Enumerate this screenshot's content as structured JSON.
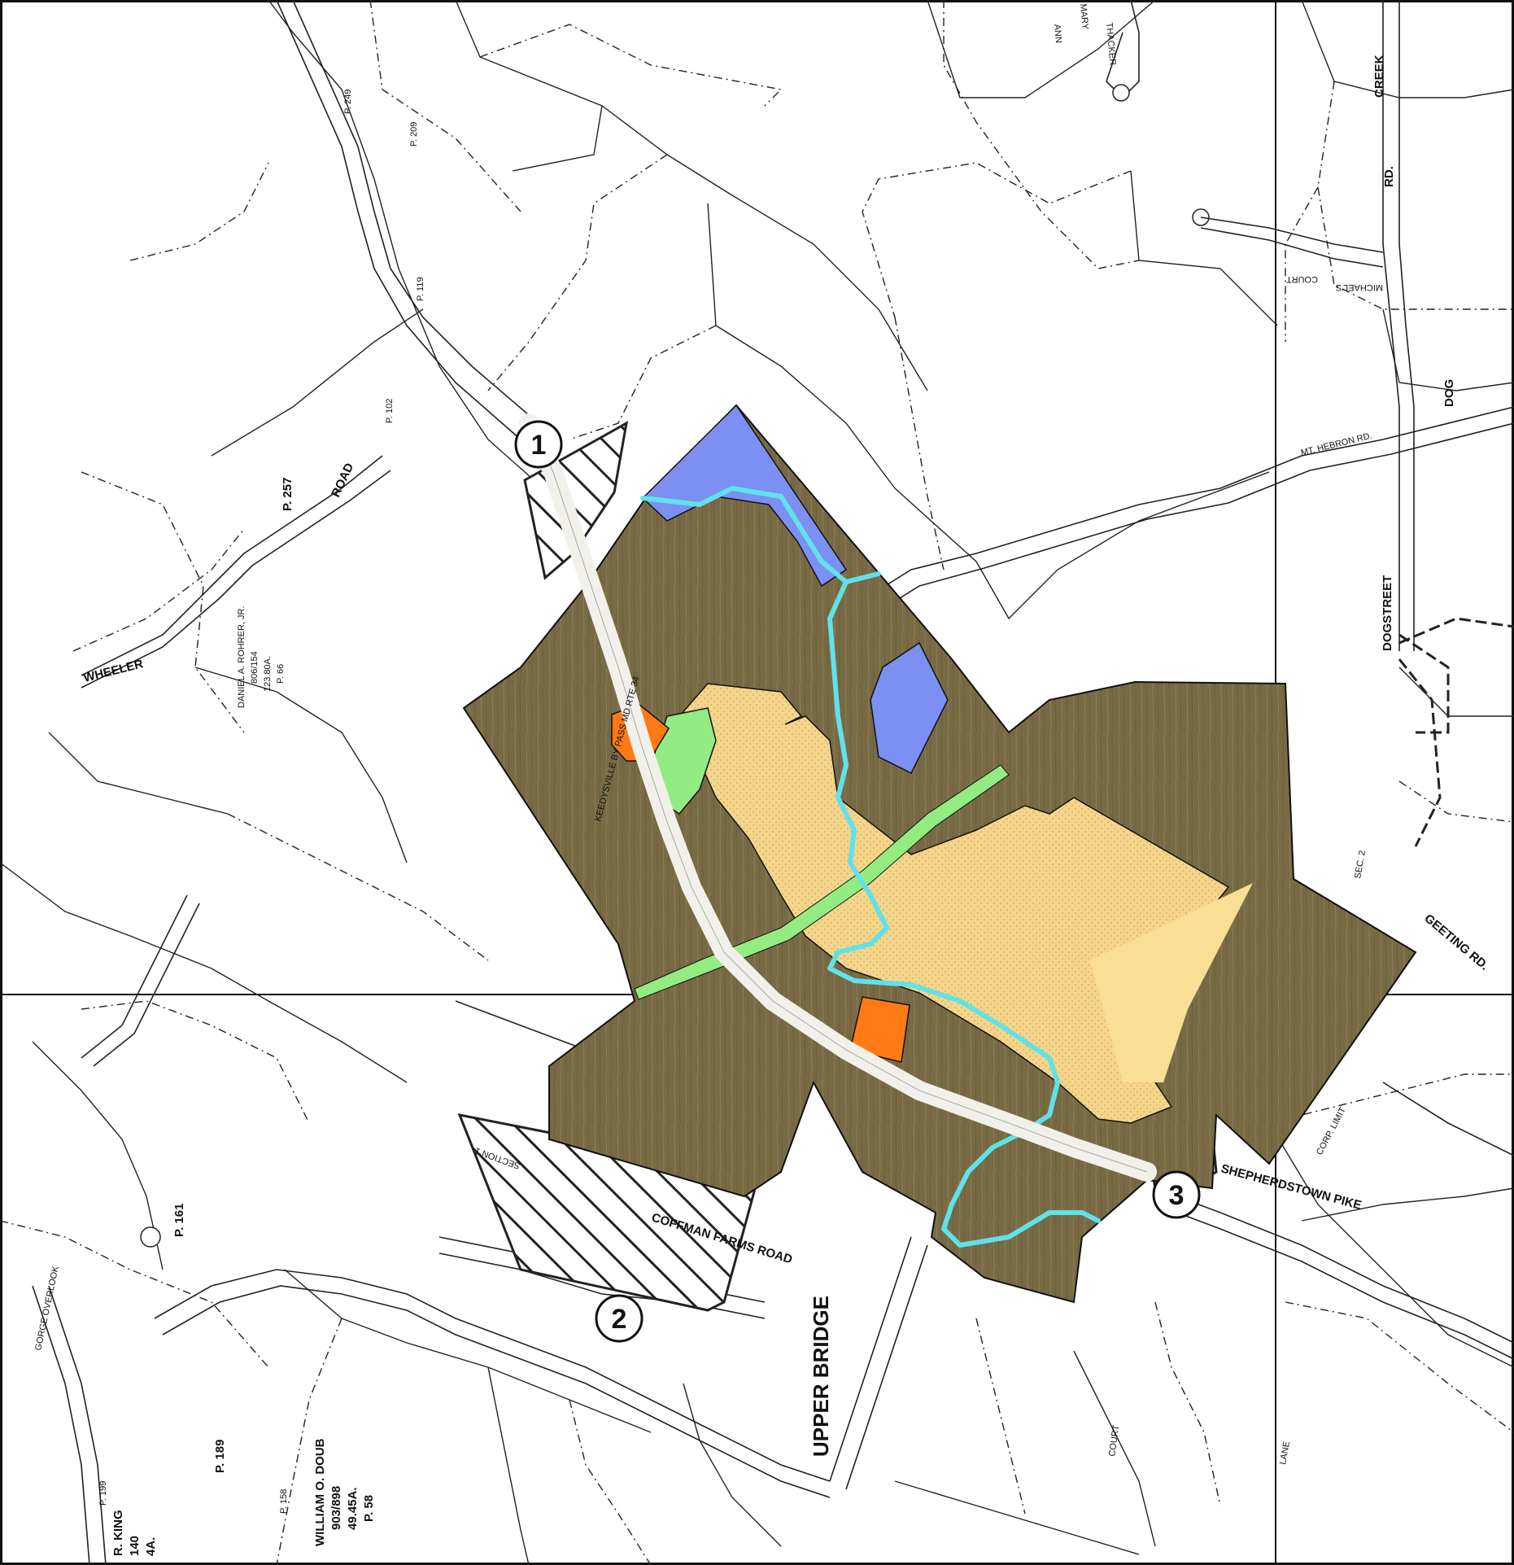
{
  "colors": {
    "zone_brown": "#786a44",
    "zone_yellow": "#f4d58a",
    "zone_blue": "#7b90f2",
    "zone_green": "#93ec82",
    "zone_orange": "#ff7a14",
    "stream": "#5fe2ea",
    "bypass": "#f2f0ea",
    "hatch": "#222222"
  },
  "markers": [
    {
      "label": "1"
    },
    {
      "label": "2"
    },
    {
      "label": "3"
    }
  ],
  "labels": {
    "keedysville_bypass": "KEEDYSVILLE BY PASS  MD RTE 34",
    "road": "ROAD",
    "wheeler": "WHEELER",
    "p257": "P. 257",
    "p249": "P. 249",
    "p209": "P. 209",
    "p119": "P. 119",
    "p102": "P. 102",
    "p161": "P. 161",
    "p189": "P. 189",
    "p199": "P. 199",
    "p158": "P. 158",
    "rohrer_owner": "DANIEL A. ROHRER, JR.",
    "rohrer_deed": "806/154",
    "rohrer_acres": "123.80A.",
    "rohrer_page": "P. 66",
    "doub_owner": "WILLIAM O. DOUB",
    "doub_deed": "903/898",
    "doub_acres": "49.45A.",
    "doub_page": "P. 58",
    "king_owner": "R. KING",
    "king_num": "140",
    "king_acres": "4A.",
    "upper_bridge": "UPPER BRIDGE",
    "coffman_farms_road": "COFFMAN FARMS ROAD",
    "shepherdstown_pike": "SHEPHERDSTOWN  PIKE",
    "dogstreet": "DOGSTREET",
    "dog": "DOG",
    "creek": "CREEK",
    "rd": "RD.",
    "geeting_rd": "GEETING  RD.",
    "mt_hebron_rd": "MT. HEBRON RD.",
    "corp_limit": "CORP.     LIMIT",
    "mary": "MARY",
    "ann": "ANN",
    "thacker": "THACKER",
    "court": "COURT",
    "michaels": "MICHAEL'S",
    "section_1": "SECTION 1",
    "sec_2": "SEC. 2",
    "gorge_overlook": "GORGE  OVERLOOK",
    "lane": "LANE",
    "court2": "COURT"
  }
}
